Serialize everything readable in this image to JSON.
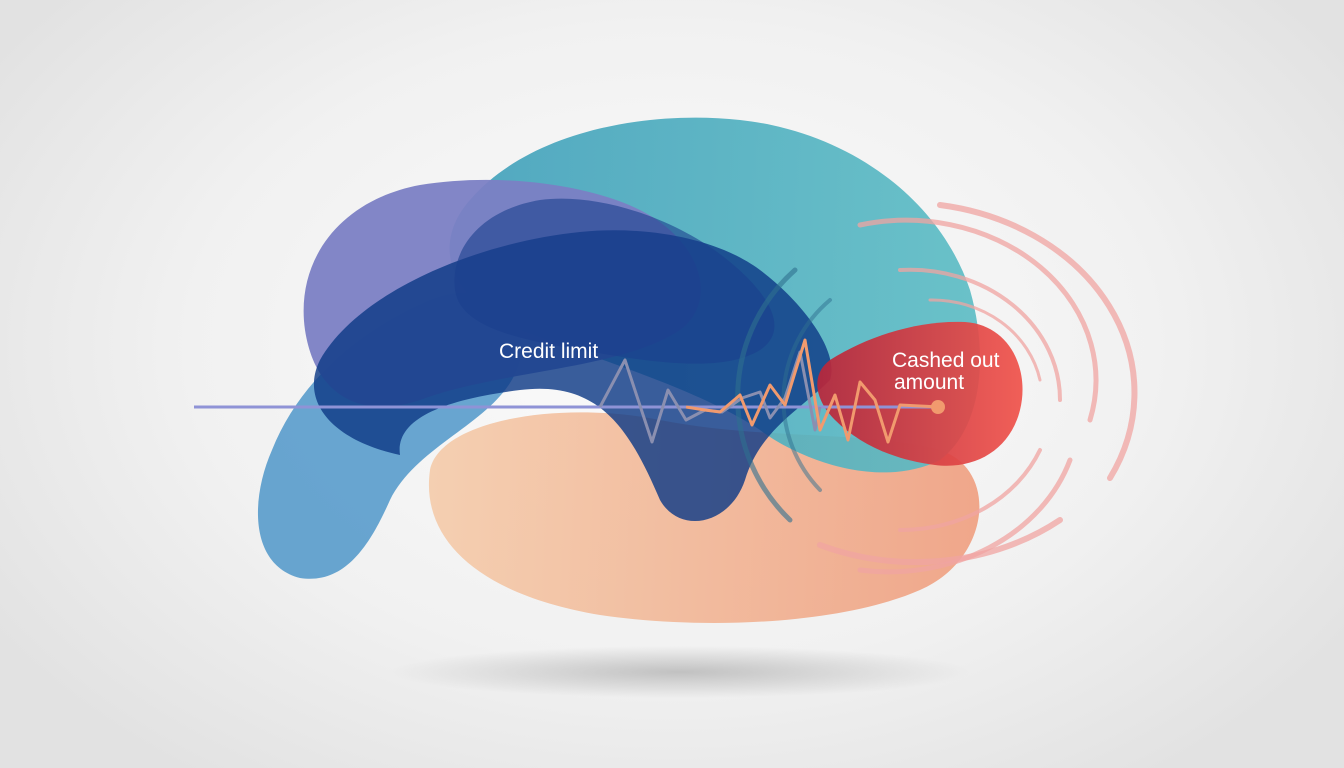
{
  "labels": {
    "credit_limit": "Credit limit",
    "cashed_out_line1": "Cashed out",
    "cashed_out_line2": "amount"
  },
  "colors": {
    "background": "#f1f1f1",
    "purple_blob": "#7b7fc4",
    "teal_blob": "#4fb0bf",
    "navy_blob": "#0f3a86",
    "light_blue_blob": "#4f97c9",
    "peach_blob": "#f2b896",
    "red_blob": "#e8403e",
    "rings": "#f0a4a2",
    "baseline": "#8f93d6",
    "wave_gray": "#8a8fb0",
    "wave_orange": "#f19a6e"
  }
}
